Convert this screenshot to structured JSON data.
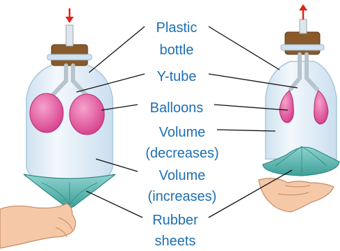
{
  "labels": {
    "plastic_bottle": [
      "Plastic",
      "bottle"
    ],
    "y_tube": "Y-tube",
    "balloons": "Balloons",
    "volume_decreases": [
      "Volume",
      "(decreases)"
    ],
    "volume_increases": [
      "Volume",
      "(increases)"
    ],
    "rubber_sheets": [
      "Rubber",
      "sheets"
    ]
  },
  "arrows": {
    "left": "down",
    "right": "up"
  },
  "colors": {
    "label_text": "#1c6fb5",
    "arrow": "#e0231b",
    "bottle": "#e6f0f8",
    "cork": "#8a5a2b",
    "balloon": "#e0529b",
    "rubber_sheet": "#5cb8b2",
    "hand": "#f5c9a8"
  }
}
